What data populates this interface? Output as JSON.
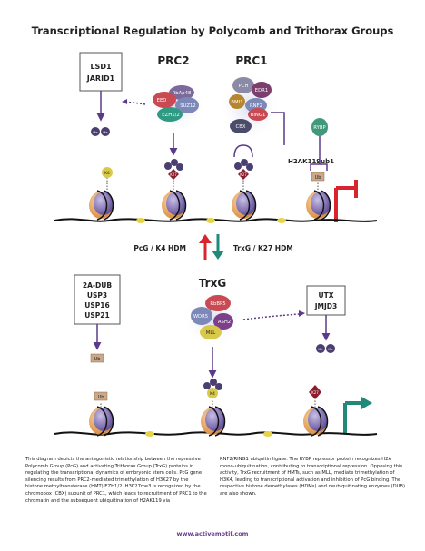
{
  "title": "Transcriptional Regulation by Polycomb and Trithorax Groups",
  "complexes": {
    "prc2": {
      "label": "PRC2",
      "subunits": [
        "RbAp48",
        "EED",
        "SUZ12",
        "EZH1/2"
      ]
    },
    "prc1": {
      "label": "PRC1",
      "subunits": [
        "PCH",
        "EDR1",
        "BMI1",
        "RNF2",
        "RING1",
        "CBX"
      ]
    },
    "trxg": {
      "label": "TrxG",
      "subunits": [
        "RbBP5",
        "WDR5",
        "ASH2",
        "MLL"
      ]
    }
  },
  "boxes": {
    "lsd1_jarid1": [
      "LSD1",
      "JARID1"
    ],
    "dub": [
      "2A-DUB",
      "USP3",
      "USP16",
      "USP21"
    ],
    "utx_jmjd3": [
      "UTX",
      "JMJD3"
    ]
  },
  "marks": {
    "me": "Me",
    "k4": "K4",
    "k27": "K27",
    "ub": "Ub",
    "rybp": "RYBP",
    "h2ak119ub1": "H2AK119ub1"
  },
  "middle": {
    "pcg_label": "PcG / K4 HDM",
    "trxg_label": "TrxG / K27 HDM"
  },
  "caption_left": "This diagram depicts the antagonistic relationship between the repressive Polycomb Group (PcG) and activating Trithorax Group (TrxG) proteins in regulating the transcriptional dynamics of embryonic stem cells. PcG gene silencing results from PRC2-mediated trimethylation of H3K27 by the histone methyltransferase (HMT) EZH1/2. H3K27me3 is recognized by the chromobox (CBX) subunit of PRC1, which leads to recruitment of PRC1 to the chromatin and the subsequent ubiquitination of H2AK119 via",
  "caption_right": "RNF2/RING1 ubiquitin ligase. The RYBP repressor protein recognizes H2A mono-ubiquitination, contributing to transcriptional repression. Opposing this activity, TrxG recruitment of HMTs, such as MLL, mediate trimethylation of H3K4, leading to transcriptional activation and inhibition of PcG binding. The respective histone demethylases (HDMs) and deubiquitinating enzymes (DUB) are also shown.",
  "url": "www.activemotif.com",
  "colors": {
    "repress": "#d8242c",
    "activate": "#1f8a7a",
    "arrow": "#5b3a8c",
    "dna": "#111111",
    "nucleosome": "#7a66b0",
    "k4": "#d9c94a",
    "k27": "#8b1d2c"
  }
}
